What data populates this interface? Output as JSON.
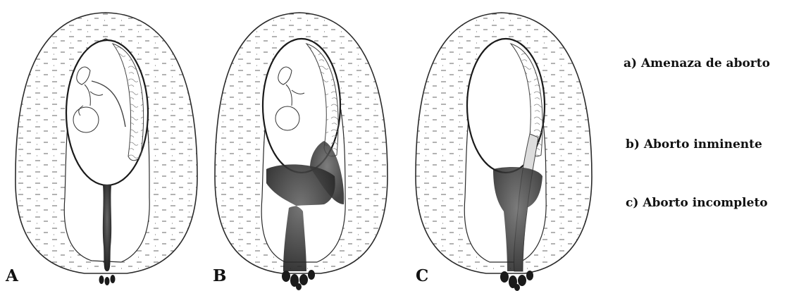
{
  "panels": [
    {
      "letter": "A"
    },
    {
      "letter": "B"
    },
    {
      "letter": "C"
    }
  ],
  "legend": [
    "a) Amenaza de aborto",
    "b) Aborto inminente",
    "c) Aborto incompleto"
  ],
  "colors": {
    "ink": "#2a2a2a",
    "blood": "#3a3a3a",
    "tissue": "#ffffff"
  }
}
